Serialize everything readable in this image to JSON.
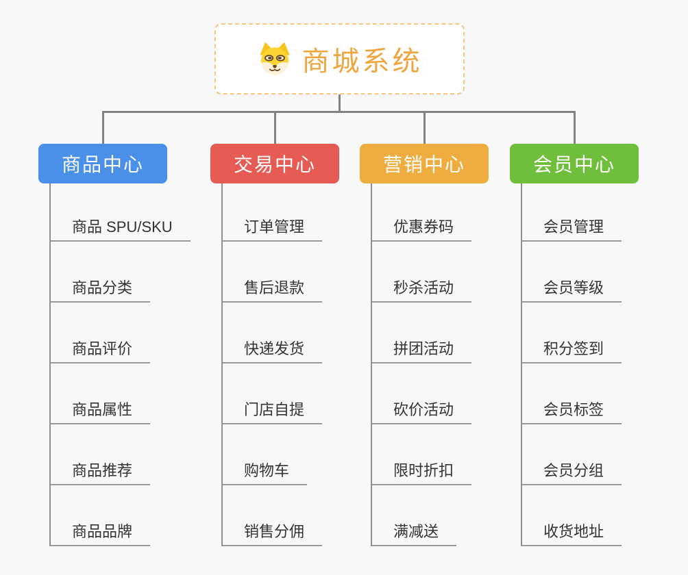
{
  "root": {
    "title": "商城系统",
    "icon": "dog-icon",
    "title_color": "#f0a53e",
    "border_color": "#f6c87d"
  },
  "colors": {
    "background": "#f8f8f8",
    "connector": "#828282",
    "underline": "#9a9a9a"
  },
  "branches": [
    {
      "label": "商品中心",
      "color": "#4a8fe8",
      "items": [
        "商品 SPU/SKU",
        "商品分类",
        "商品评价",
        "商品属性",
        "商品推荐",
        "商品品牌"
      ]
    },
    {
      "label": "交易中心",
      "color": "#e65b54",
      "items": [
        "订单管理",
        "售后退款",
        "快递发货",
        "门店自提",
        "购物车",
        "销售分佣"
      ]
    },
    {
      "label": "营销中心",
      "color": "#eead3e",
      "items": [
        "优惠券码",
        "秒杀活动",
        "拼团活动",
        "砍价活动",
        "限时折扣",
        "满减送"
      ]
    },
    {
      "label": "会员中心",
      "color": "#6fbe3c",
      "items": [
        "会员管理",
        "会员等级",
        "积分签到",
        "会员标签",
        "会员分组",
        "收货地址"
      ]
    }
  ]
}
